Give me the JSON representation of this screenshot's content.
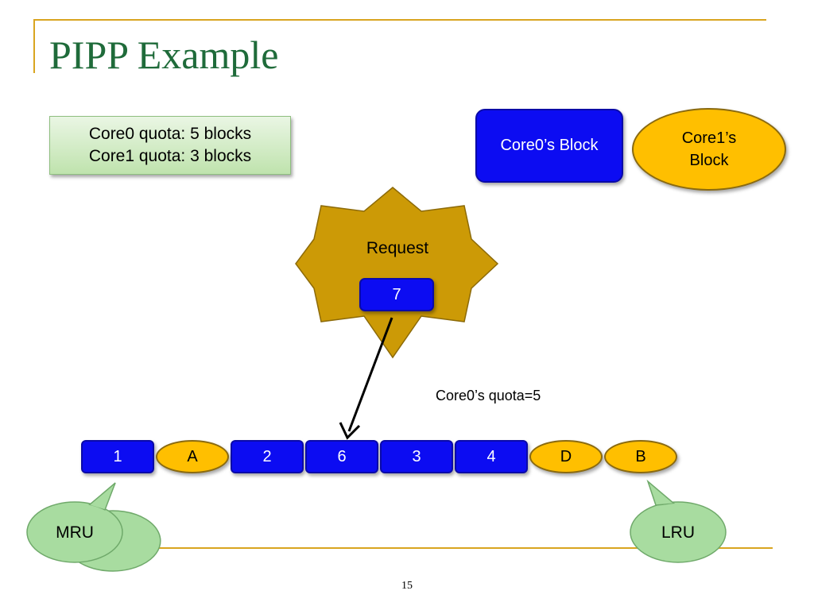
{
  "title": "PIPP Example",
  "quota_box": {
    "line1": "Core0 quota: 5 blocks",
    "line2": "Core1 quota: 3 blocks"
  },
  "legend": {
    "core0_label": "Core0’s Block",
    "core1_line1": "Core1’s",
    "core1_line2": "Block"
  },
  "request": {
    "label": "Request",
    "block": "7"
  },
  "quota_note": "Core0’s quota=5",
  "stack": [
    {
      "label": "1",
      "owner": "core0"
    },
    {
      "label": "A",
      "owner": "core1"
    },
    {
      "label": "2",
      "owner": "core0"
    },
    {
      "label": "6",
      "owner": "core0"
    },
    {
      "label": "3",
      "owner": "core0"
    },
    {
      "label": "4",
      "owner": "core0"
    },
    {
      "label": "D",
      "owner": "core1"
    },
    {
      "label": "B",
      "owner": "core1"
    }
  ],
  "mru_label": "MRU",
  "lru_label": "LRU",
  "page_number": "15",
  "colors": {
    "core0": "#0c0cf2",
    "core1": "#ffbf00",
    "request_star": "#cc9a06",
    "title": "#1f6b3a",
    "accent_line": "#d9a520",
    "callout": "#a8dca0"
  }
}
